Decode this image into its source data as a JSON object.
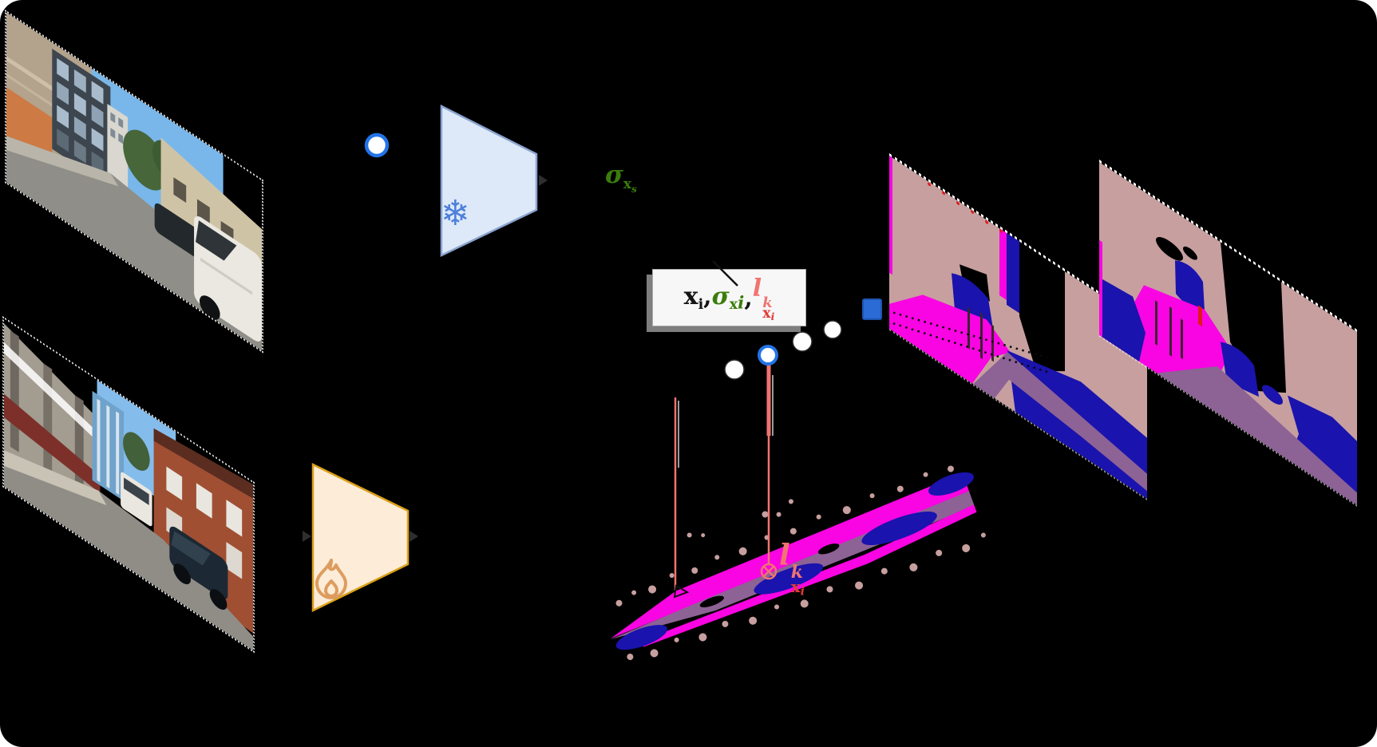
{
  "figure": {
    "description": "Pipeline figure: two street camera images feed a frozen encoder and a trainable encoder; pixel features (x_i, sigma_x_i, l^k_x_i) are projected onto semantic segmentation image planes and a LiDAR point cloud.",
    "labels": {
      "sigma_output": {
        "sigma": "σ",
        "sub": "x",
        "subsub": "s"
      },
      "tuple_box": {
        "x": "x",
        "x_sub": "i",
        "comma1": ", ",
        "sigma": "σ",
        "sigma_sub": "x",
        "sigma_subsub": "i",
        "comma2": ", ",
        "l": "l",
        "l_sup": "k",
        "l_sub": "x",
        "l_subsub": "i"
      },
      "point_label": {
        "l": "l",
        "sup": "k",
        "sub": "x",
        "subsub": "i"
      }
    },
    "icons": {
      "snowflake_char": "❄",
      "flame": "flame-outline"
    },
    "encoders": {
      "top": {
        "state": "frozen",
        "icon": "snowflake"
      },
      "bottom": {
        "state": "trainable",
        "icon": "flame"
      }
    },
    "markers": {
      "white_feature_points": 3,
      "blue_ring_point": 1,
      "blue_square_pixel": 1,
      "blue_ring_circle_top": 1,
      "otimes_point": 1
    }
  },
  "colors": {
    "seg-road": "#f904e2",
    "seg-sidewalk": "#8d6295",
    "seg-vehicle": "#1a13ad",
    "seg-building": "#c79f9f",
    "seg-person": "#e11a1a",
    "seg-void": "#000000",
    "frozen-fill": "#dde9f8",
    "frozen-stroke": "#8aa3cf",
    "frozen-icon": "#4e7fd9",
    "train-fill": "#fcecd8",
    "train-stroke": "#d9a018",
    "train-icon": "#dd9c5e",
    "accent-blue": "#2373e8",
    "square-blue": "#2a6bd5",
    "salmon": "#f07470",
    "ray-red": "#e13c36",
    "green": "#3a7d0c",
    "text-black": "#141414",
    "box-bg": "#f7f7f7",
    "box-shadow": "#7e7e7e",
    "gray-line": "#9a9a9a"
  }
}
